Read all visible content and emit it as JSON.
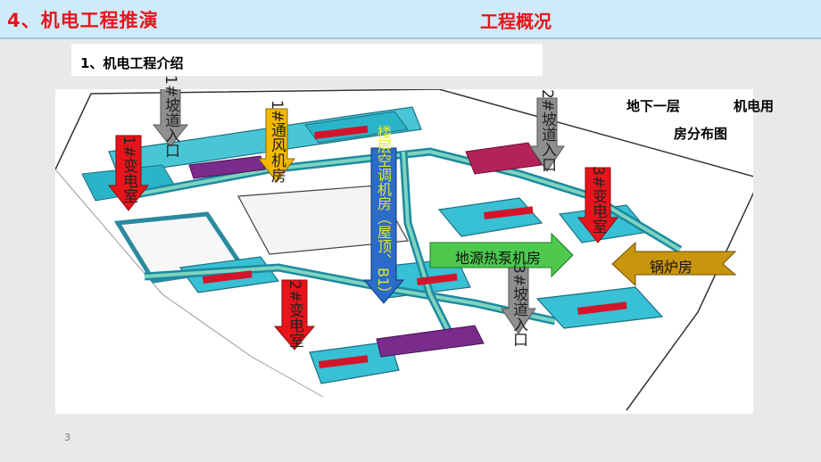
{
  "header": {
    "title": "4、机电工程推演",
    "right_title": "工程概况"
  },
  "section": {
    "label": "1、机电工程介绍"
  },
  "figure_caption": {
    "line1_a": "地下一层",
    "line1_b": "机电用",
    "line2": "房分布图"
  },
  "arrows": {
    "ramp1": "1#坡道入口",
    "ramp2": "2#坡道入口",
    "ramp3": "3#坡道入口",
    "substation1": "1#变电室",
    "substation2": "2#变电室",
    "substation3": "3#变电室",
    "vent1": "1#通风机房",
    "ac_room": "楼层空调机房（屋顶、B1）",
    "geo_pump": "地源热泵机房",
    "boiler": "锅炉房"
  },
  "colors": {
    "red": "#e8141b",
    "gray_arrow": "#8f8f8f",
    "yellow_arrow": "#f5b800",
    "blue_arrow": "#2a6cc8",
    "green_arrow": "#4ec94e",
    "gold_arrow": "#c8950e",
    "cyan_block": "#3cc4d8",
    "purple_duct": "#7a2c8c"
  },
  "page_number": "3"
}
